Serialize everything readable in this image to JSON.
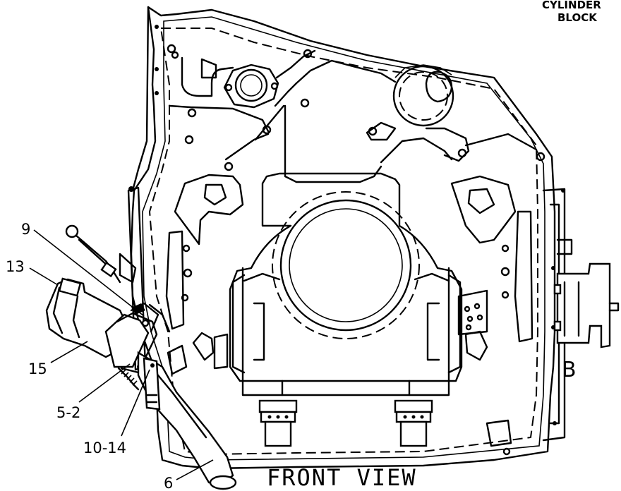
{
  "labels": {
    "cylinder_block_line1": "CYLINDER",
    "cylinder_block_line2": "BLOCK",
    "view_title": "FRONT VIEW",
    "section_mark": "B"
  },
  "callouts": [
    {
      "id": "c9",
      "text": "9"
    },
    {
      "id": "c13",
      "text": "13"
    },
    {
      "id": "c15",
      "text": "15"
    },
    {
      "id": "c5_2",
      "text": "5-2"
    },
    {
      "id": "c10_14",
      "text": "10-14"
    },
    {
      "id": "c6",
      "text": "6"
    }
  ]
}
